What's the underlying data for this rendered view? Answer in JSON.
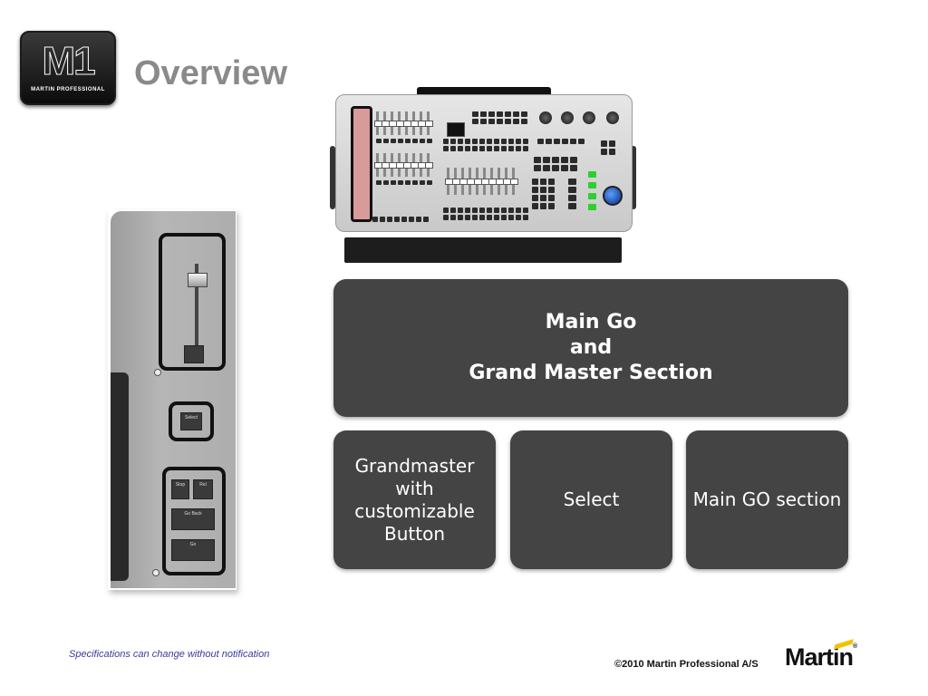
{
  "logo": {
    "mark": "M1",
    "sub": "MARTIN PROFESSIONAL"
  },
  "title": "Overview",
  "diagram": {
    "main": {
      "lines": [
        "Main Go",
        "and",
        "Grand Master Section"
      ]
    },
    "children": [
      {
        "label": "Grandmaster with customizable Button"
      },
      {
        "label": "Select"
      },
      {
        "label": "Main GO section"
      }
    ]
  },
  "zoom_panel": {
    "select_button": "Select",
    "stop_button": "Stop",
    "rel_button": "Rel",
    "go_back_button": "Go Back",
    "go_button": "Go"
  },
  "footer": {
    "note": "Specifications can change without notification",
    "copyright": "©2010 Martin Professional A/S",
    "brand": "Martin",
    "brand_mark": "®"
  },
  "colors": {
    "box_fill": "#444444",
    "title": "#8a8a8a",
    "note": "#3a3a9a",
    "accent_highlight": "#d99a9a"
  }
}
